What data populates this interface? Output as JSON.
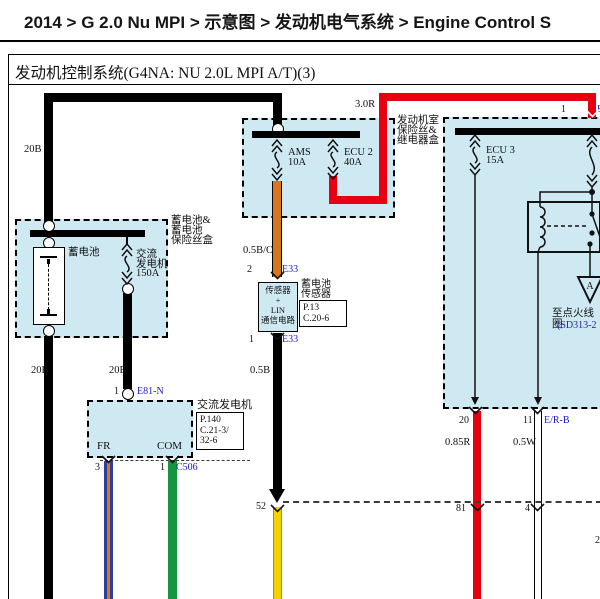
{
  "header": {
    "breadcrumb": "2014 > G 2.0 Nu MPI > 示意图 > 发动机电气系统 > Engine Control S",
    "title": "发动机控制系统(G4NA: NU 2.0L MPI A/T)(3)"
  },
  "colors": {
    "box_fill": "#cfe9f3",
    "wire_red": "#e60012",
    "wire_orange": "#d4771f",
    "wire_green": "#149540",
    "wire_yellow": "#f3d403",
    "wire_blue_stripe": "#2b3f9e",
    "connector_blue": "#1c1ccc"
  },
  "battery_box": {
    "label": "蓄电池&\n蓄电池\n保险丝盒",
    "battery_label": "蓄电池",
    "alt_fuse_label": "交流\n发电机\n150A"
  },
  "engine_room_box": {
    "label": "发动机室\n保险丝&\n继电器盒",
    "fuse_ams": "AMS\n10A",
    "fuse_ecu2": "ECU 2\n40A"
  },
  "right_box": {
    "fuse_ecu3": "ECU 3\n15A",
    "pin_in": "1",
    "pin_in_conn": "E",
    "pin_20": "20",
    "pin_11": "11",
    "conn_erb": "E/R-B",
    "relay_contact": "A",
    "ignition_label": "至点火线圈",
    "ignition_ref": "(SD313-2"
  },
  "sensor": {
    "pin_top": "2",
    "conn_top": "E33",
    "body": "传感器\n+\nLIN\n通信电路",
    "label": "蓄电池\n传感器",
    "ref": "P.13\nC.20-6",
    "pin_bottom": "1",
    "conn_bottom": "E33"
  },
  "alternator": {
    "pin_top": "1",
    "conn_top": "E81-N",
    "label": "交流发电机",
    "ref": "P.140\nC.21-3/\n32-6",
    "fr": "FR",
    "com": "COM",
    "pin_fr": "3",
    "pin_com": "1",
    "conn_bottom": "C506"
  },
  "wires": {
    "w20b_top": "20B",
    "w20b_battery": "20B",
    "w20b_alt": "20B",
    "w30r": "3.0R",
    "w05bo": "0.5B/O",
    "w05b": "0.5B",
    "w085r": "0.85R",
    "w05w": "0.5W",
    "pin_52": "52",
    "pin_81": "81",
    "pin_4": "4",
    "partial_label": "2"
  }
}
